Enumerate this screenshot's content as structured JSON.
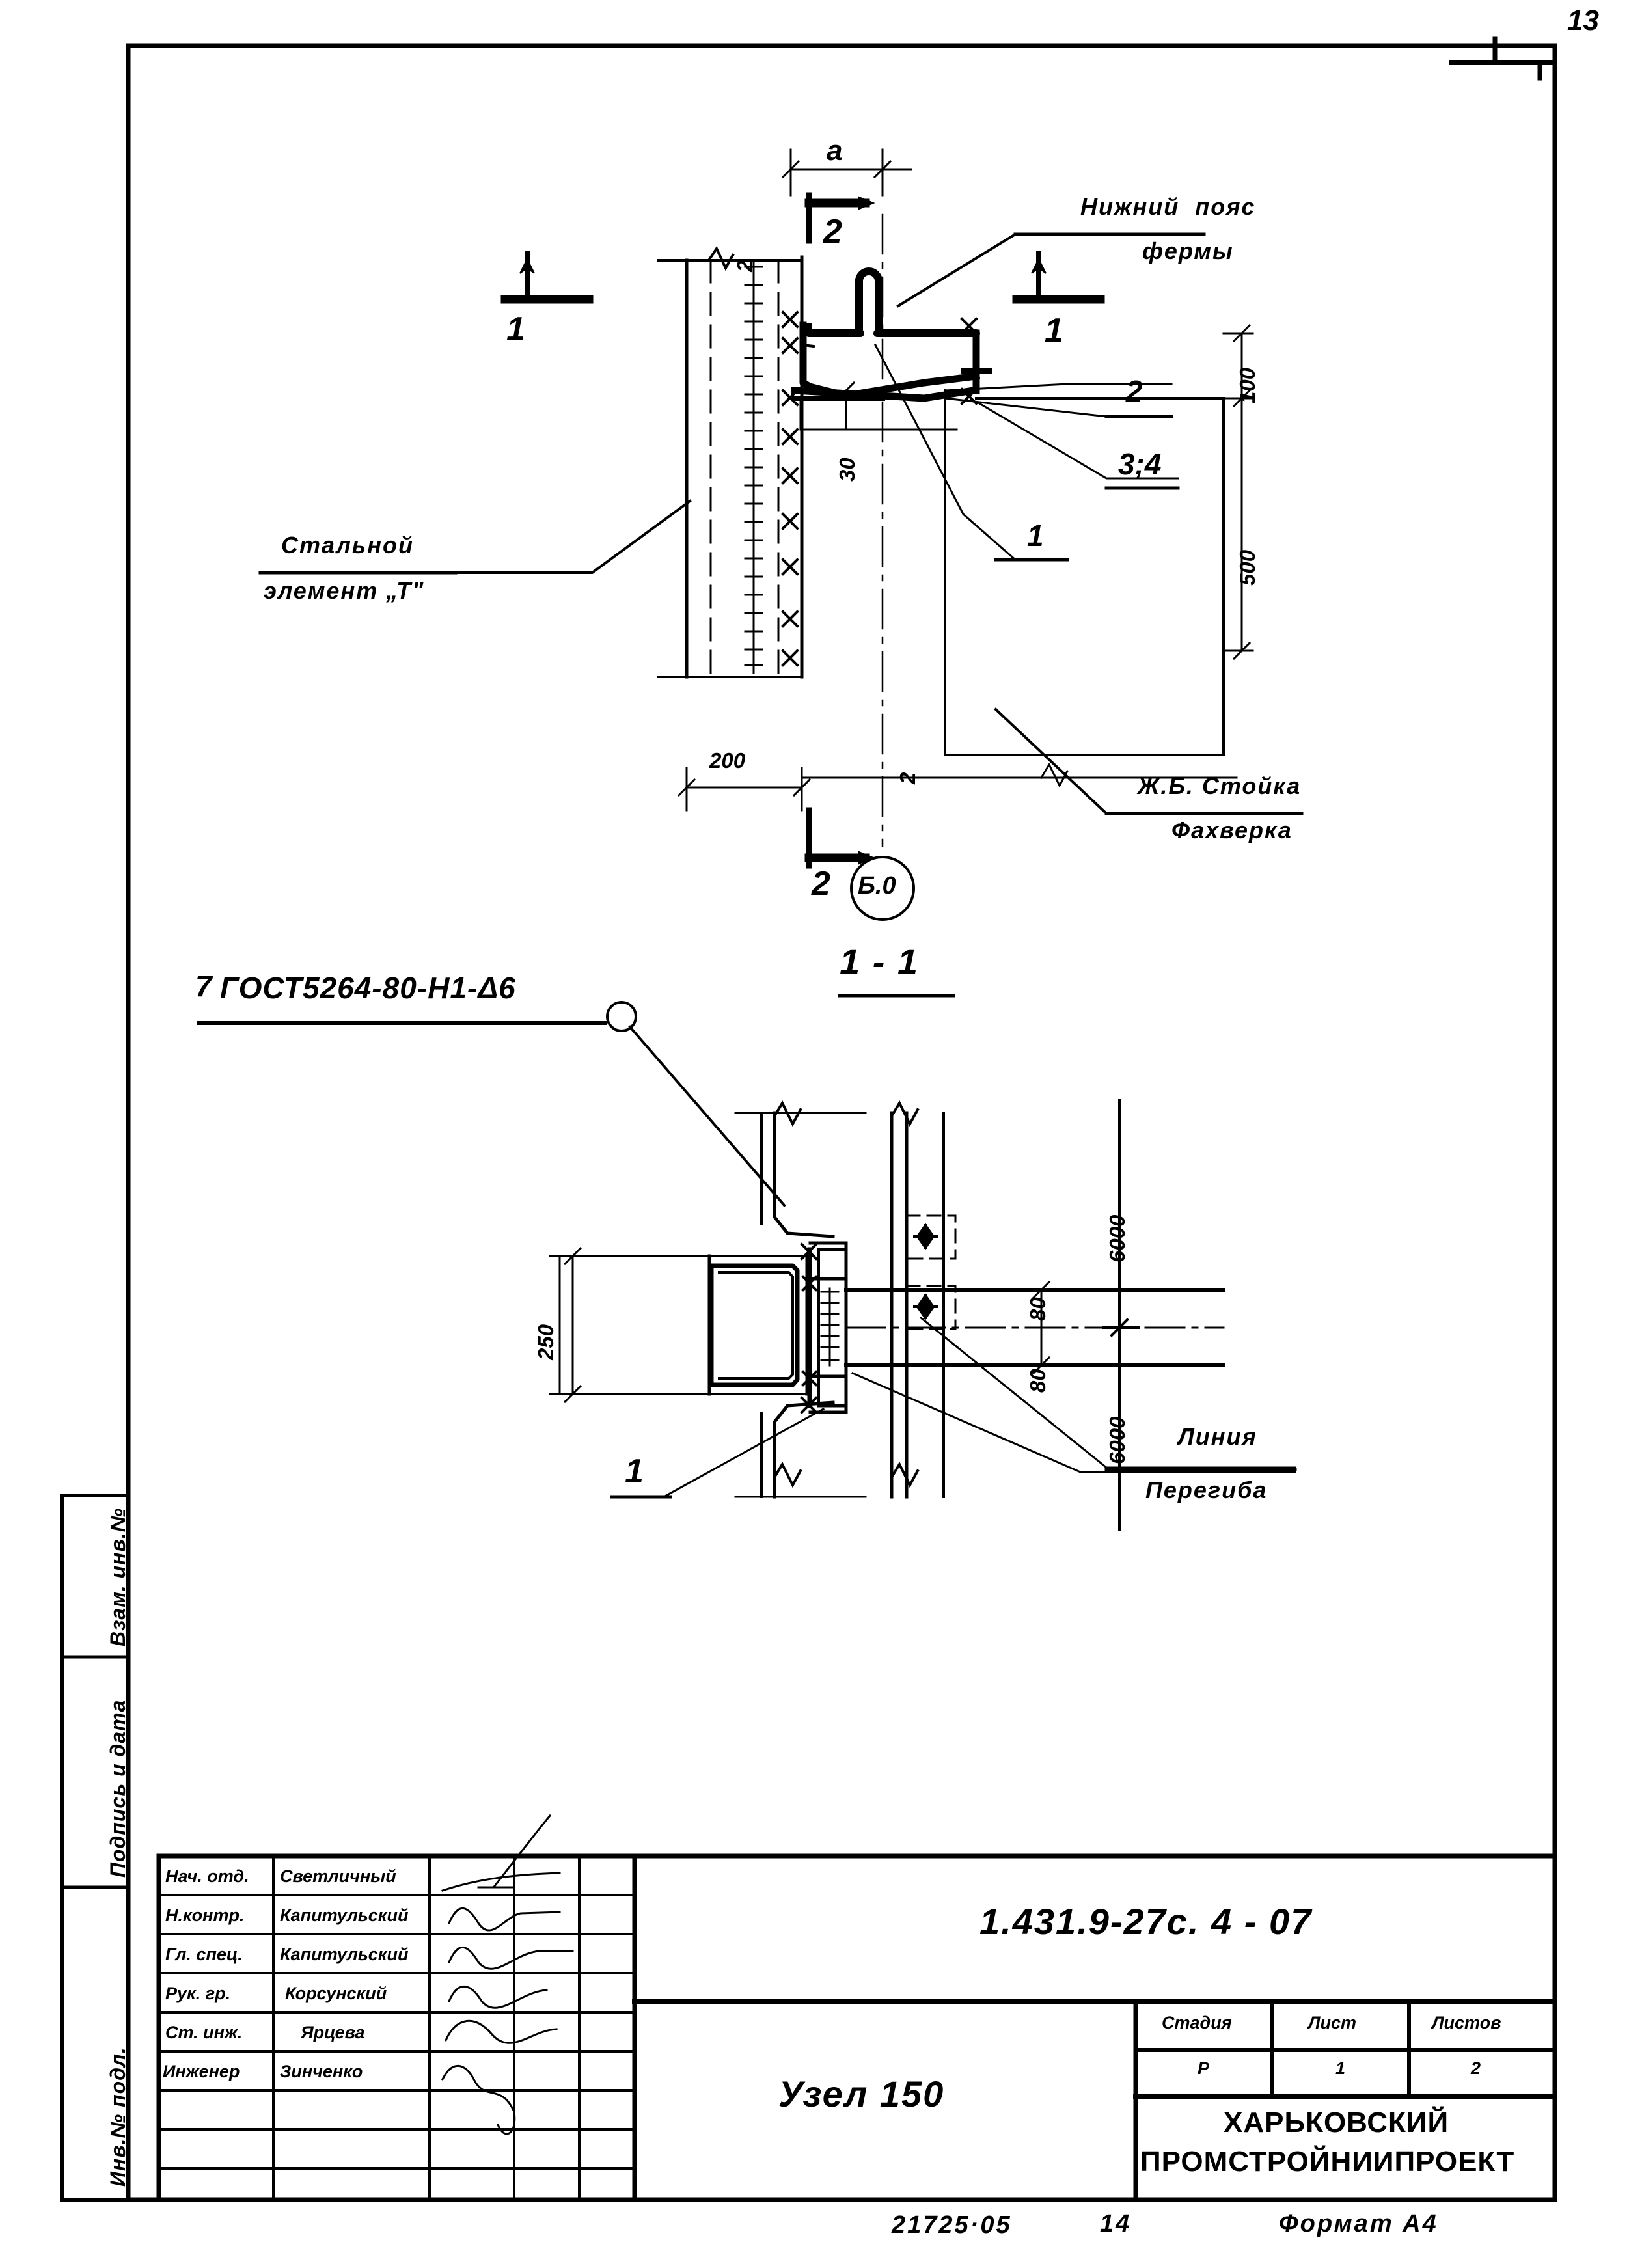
{
  "sheet": {
    "page_number": "13",
    "format_note": "Формат А4",
    "archive_code": "21725·05",
    "archive_page": "14"
  },
  "left_margin_strip": {
    "blocks": [
      {
        "label": "Взам. инв.№"
      },
      {
        "label": "Подпись и дата"
      },
      {
        "label": "Инв.№ подл."
      }
    ]
  },
  "main_view": {
    "labels": {
      "top_chord": {
        "line1": "Нижний  пояс",
        "line2": "фермы"
      },
      "steel_element": {
        "line1": "Стальной",
        "line2": "элемент „Т\""
      },
      "concrete_post": {
        "line1": "Ж.Б. Стойка",
        "line2": "Фахверка"
      }
    },
    "section_marks": {
      "left_one": "1",
      "right_one": "1",
      "top_two": "2",
      "bottom_two": "2",
      "web_two": "2",
      "web_two_lower": "2"
    },
    "dimensions": {
      "a": "a",
      "thirty": "30",
      "hundred": "100",
      "five_hundred": "500",
      "two_hundred": "200"
    },
    "callouts": {
      "pos_2": "2",
      "pos_34": "3;4",
      "pos_1": "1"
    },
    "axis_bubble": "Б.0"
  },
  "section_view": {
    "title": "1 - 1",
    "weld_note": "ГОСТ5264-80-Н1-Δ6",
    "weld_symbol": "7",
    "dimensions": {
      "height_250": "250",
      "top_6000": "6000",
      "bottom_6000": "6000",
      "spacing_top_80": "80",
      "spacing_bottom_80": "80"
    },
    "callouts": {
      "pos_1": "1"
    },
    "labels": {
      "fold_line": {
        "line1": "Линия",
        "line2": "Перегиба"
      }
    }
  },
  "title_block": {
    "signature_rows": [
      {
        "role": "Нач. отд.",
        "name": "Светличный",
        "signature": "",
        "date": ""
      },
      {
        "role": "Н.контр.",
        "name": "Капитульский",
        "signature": "",
        "date": ""
      },
      {
        "role": "Гл. спец.",
        "name": "Капитульский",
        "signature": "",
        "date": ""
      },
      {
        "role": "Рук. гр.",
        "name": "Корсунский",
        "signature": "",
        "date": ""
      },
      {
        "role": "Ст. инж.",
        "name": "Ярцева",
        "signature": "",
        "date": ""
      },
      {
        "role": "Инженер",
        "name": "Зинченко",
        "signature": "",
        "date": ""
      },
      {
        "role": "",
        "name": "",
        "signature": "",
        "date": ""
      }
    ],
    "document_code": "1.431.9-27с. 4 - 07",
    "drawing_name": "Узел 150",
    "status_headers": {
      "stage": "Стадия",
      "sheet": "Лист",
      "sheets": "Листов"
    },
    "status_values": {
      "stage": "Р",
      "sheet": "1",
      "sheets": "2"
    },
    "organization": {
      "line1": "ХАРЬКОВСКИЙ",
      "line2": "ПРОМСТРОЙНИИПРОЕКТ"
    }
  }
}
